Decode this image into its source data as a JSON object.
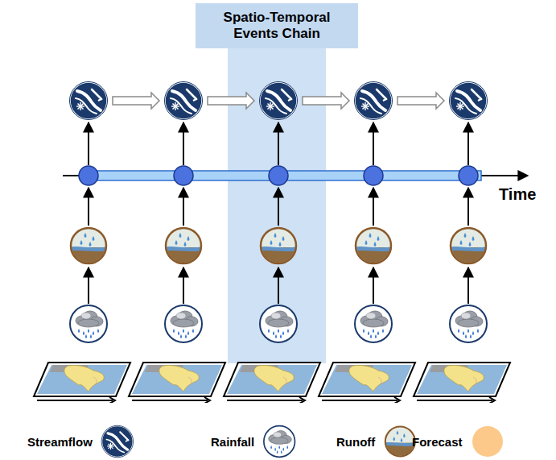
{
  "diagram": {
    "nodes": [
      {
        "text": [
          "Spatio-Temporal Events Chain"
        ]
      }
    ],
    "labels": [
      "Time"
    ],
    "legend": [
      {
        "text": "Streamflow"
      },
      {
        "text": "Rainfall"
      },
      {
        "text": "Runoff"
      },
      {
        "text": "Forecast",
        "color": "#fcc98a"
      }
    ]
  }
}
